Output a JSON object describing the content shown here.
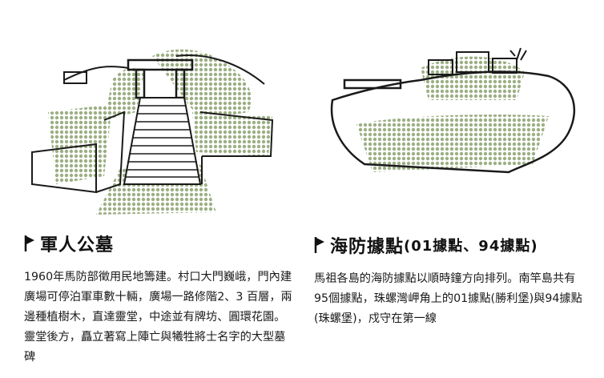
{
  "colors": {
    "ink": "#1a1a1a",
    "dot_green": "#9caf84",
    "background": "#ffffff"
  },
  "sections": [
    {
      "title": "軍人公墓",
      "title_suffix": "",
      "body": "1960年馬防部徵用民地籌建。村口大門巍峨，門內建廣場可停泊軍車數十輛，廣場一路修階2、3 百層，兩邊種植樹木，直達靈堂，中途並有牌坊、圓環花園。靈堂後方，矗立著寫上陣亡與犧牲將士名字的大型墓碑",
      "icon": "flag-icon"
    },
    {
      "title": "海防據點",
      "title_suffix": "(01據點、94據點)",
      "body": "馬祖各島的海防據點以順時鐘方向排列。南竿島共有95個據點，珠螺灣岬角上的01據點(勝利堡)與94據點(珠螺堡)，戍守在第一線",
      "icon": "flag-icon"
    }
  ]
}
